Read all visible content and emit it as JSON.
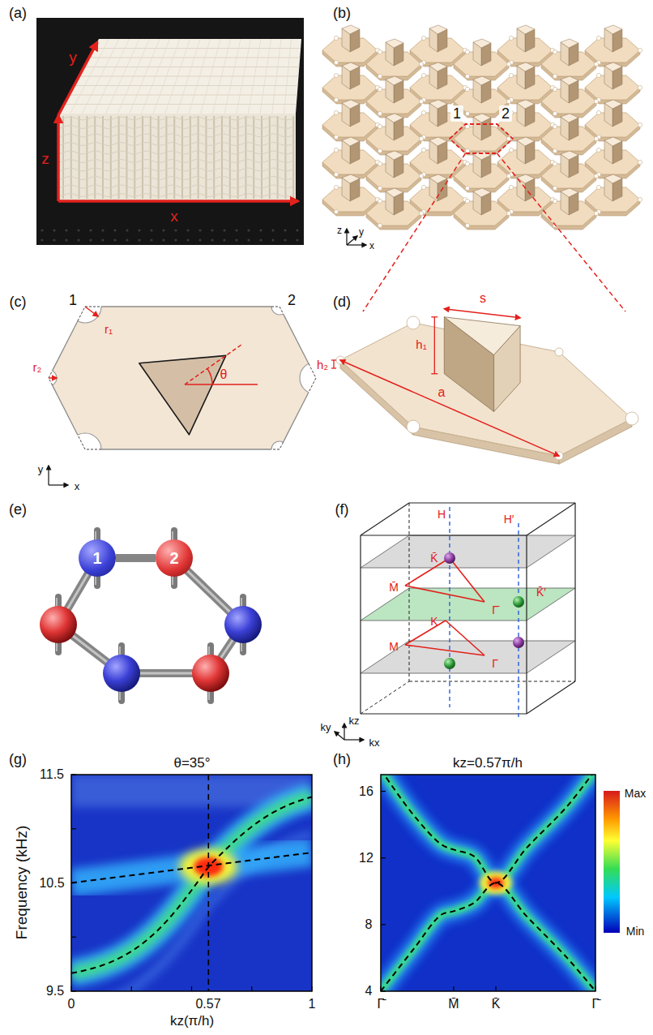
{
  "diagram": {
    "nodes": [
      {
        "text": [
          "1"
        ]
      },
      {
        "text": [
          "2"
        ]
      }
    ],
    "edges": [
      {
        "from": 0,
        "to": 1,
        "arrow": "none"
      }
    ],
    "labels": [
      "(a)",
      "y",
      "z",
      "x",
      "(b)",
      "1",
      "2",
      "z",
      "y",
      "x",
      "(c)",
      "1",
      "2",
      "r₁",
      "r₂",
      "θ",
      "y",
      "x",
      "(d)",
      "h₁",
      "s",
      "h₂",
      "a",
      "(e)",
      "(f)",
      "H",
      "H′",
      "K̄",
      "M̄",
      "Γ̄",
      "K̄′",
      "K",
      "M",
      "Γ",
      "ky",
      "kz",
      "kx",
      "(g)",
      "θ=35°",
      "Frequency (kHz)",
      "11.5",
      "10.5",
      "9.5",
      "0",
      "0.57",
      "1",
      "kz(π/h)",
      "(h)",
      "kz=0.57π/h",
      "16",
      "12",
      "8",
      "4",
      "Γ̄",
      "M̄",
      "K̄",
      "Γ̄",
      "Max",
      "Min"
    ]
  }
}
